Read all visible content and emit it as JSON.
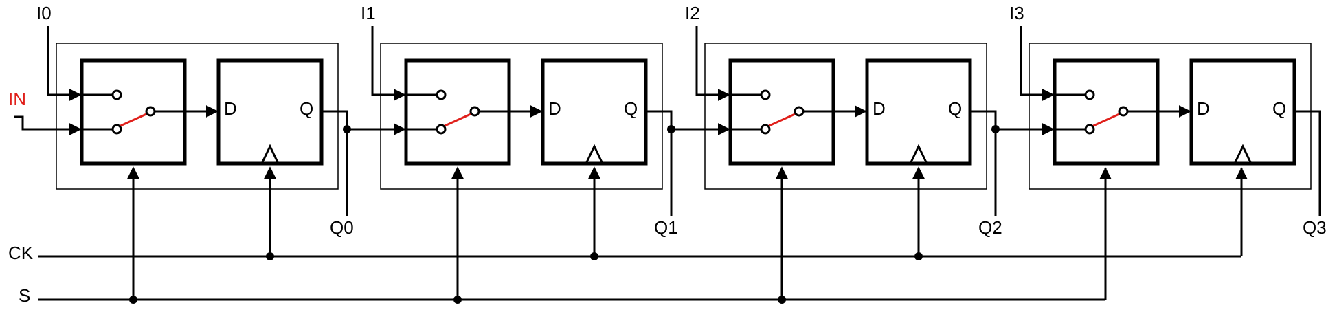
{
  "diagram": {
    "input_label": "IN",
    "parallel_inputs": [
      "I0",
      "I1",
      "I2",
      "I3"
    ],
    "outputs": [
      "Q0",
      "Q1",
      "Q2",
      "Q3"
    ],
    "clock_label": "CK",
    "select_label": "S",
    "flipflop_d_label": "D",
    "flipflop_q_label": "Q",
    "stage_count": 4
  },
  "colors": {
    "line": "#000000",
    "accent": "#e0201b",
    "background": "#ffffff"
  }
}
